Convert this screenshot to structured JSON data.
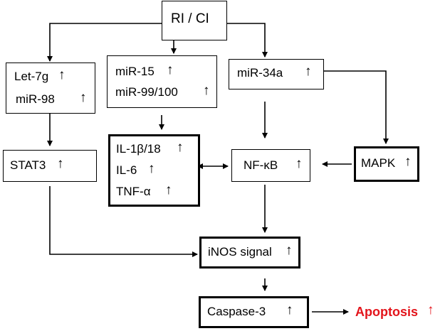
{
  "nodes": {
    "root": {
      "label": "RI / CI"
    },
    "let7g": {
      "line1": "Let-7g",
      "line2": "miR-98"
    },
    "mir15": {
      "line1": "miR-15",
      "line2": "miR-99/100"
    },
    "mir34a": {
      "label": "miR-34a"
    },
    "stat3": {
      "label": "STAT3"
    },
    "cytokines": {
      "line1": "IL-1β/18",
      "line2": "IL-6",
      "line3": "TNF-α"
    },
    "nfkb": {
      "label": "NF-κB"
    },
    "mapk": {
      "label": "MAPK"
    },
    "inos": {
      "label": "iNOS signal"
    },
    "caspase": {
      "label": "Caspase-3"
    },
    "apoptosis": {
      "label": "Apoptosis"
    }
  },
  "symbols": {
    "up": "↑"
  },
  "colors": {
    "outcome": "#e3141b",
    "line": "#000000"
  }
}
